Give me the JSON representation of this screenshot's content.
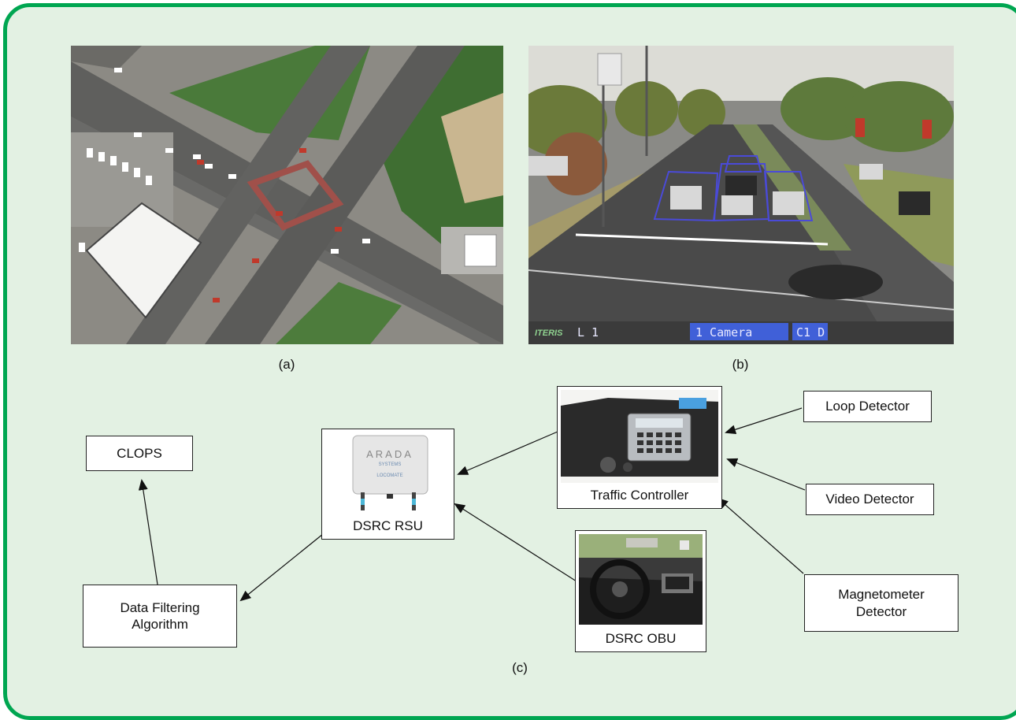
{
  "captions": {
    "a": "(a)",
    "b": "(b)",
    "c": "(c)"
  },
  "camera_overlay": {
    "lane": "L 1",
    "camera": "1 Camera",
    "code": "C1 D"
  },
  "arada": {
    "brand": "ARADA",
    "sub": "SYSTEMS",
    "model": "LOCOMATE"
  },
  "nodes": {
    "clops": "CLOPS",
    "data_filtering": "Data Filtering\nAlgorithm",
    "rsu": "DSRC RSU",
    "obu": "DSRC OBU",
    "controller": "Traffic Controller",
    "loop": "Loop Detector",
    "video": "Video Detector",
    "magnetometer": "Magnetometer\nDetector"
  },
  "colors": {
    "frame_border": "#00a651",
    "frame_fill": "#e3f1e3",
    "detection_box": "#4a4ad8"
  }
}
